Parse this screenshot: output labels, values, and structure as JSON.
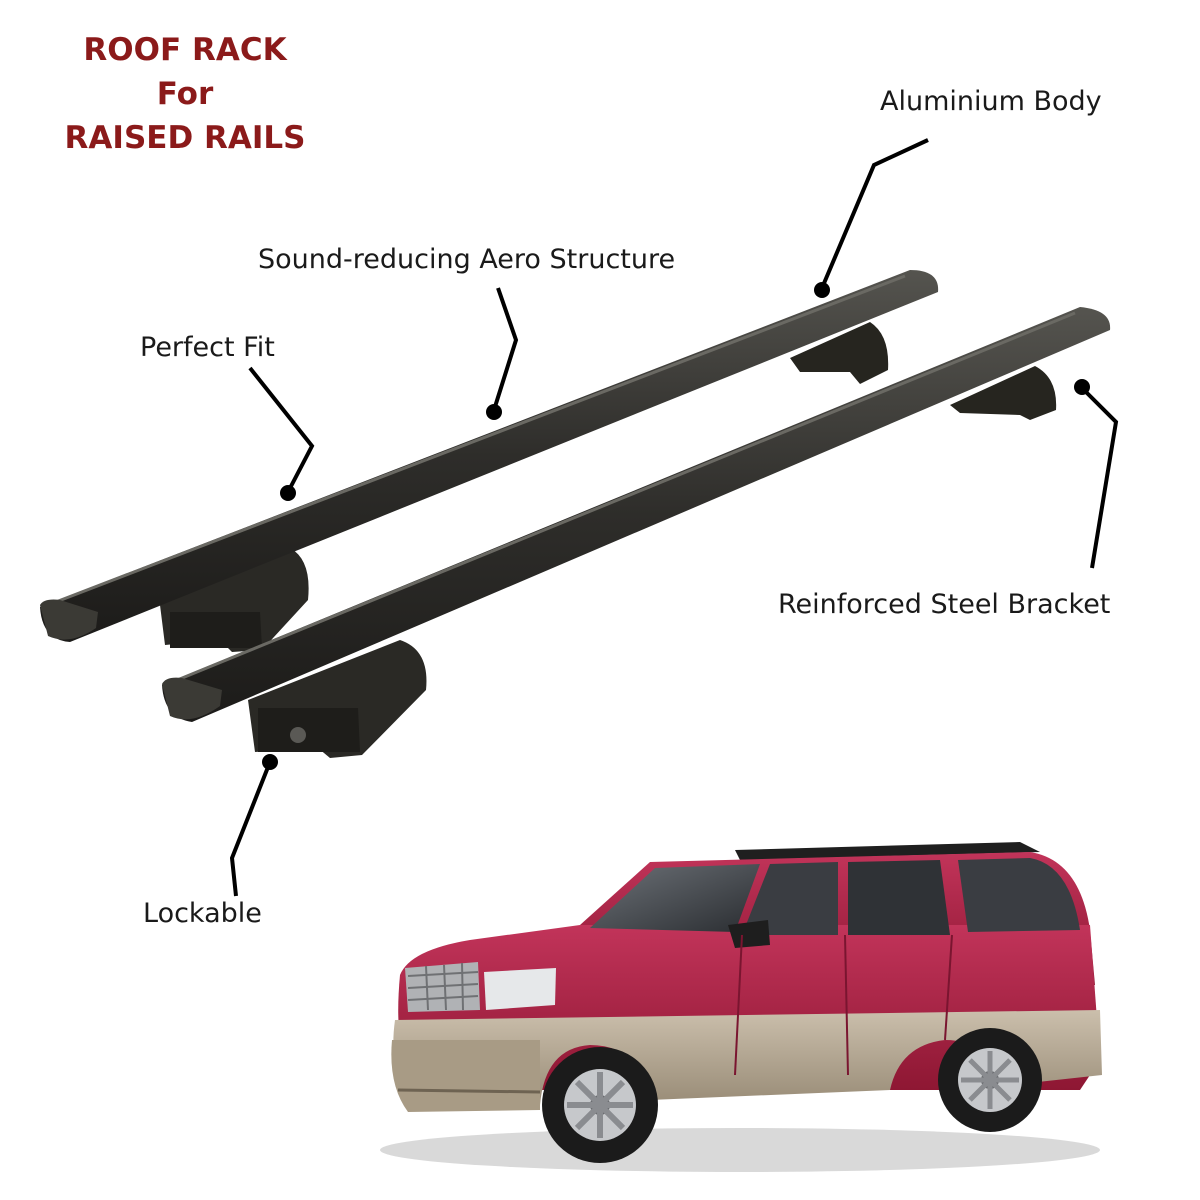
{
  "title": {
    "line1": "ROOF RACK",
    "line2": "For",
    "line3": "RAISED RAILS",
    "color": "#8b1a1a"
  },
  "callouts": {
    "aluminium_body": "Aluminium Body",
    "sound_reducing": "Sound-reducing Aero Structure",
    "perfect_fit": "Perfect Fit",
    "reinforced_bracket": "Reinforced Steel Bracket",
    "lockable": "Lockable"
  },
  "colors": {
    "rack": "#2e2d2a",
    "rack_highlight": "#4a4944",
    "car_body": "#a3203e",
    "car_lower": "#b8aa95",
    "leader_line": "#000000"
  },
  "icons": {
    "car": "suv-icon",
    "rack": "crossbar-icon"
  }
}
